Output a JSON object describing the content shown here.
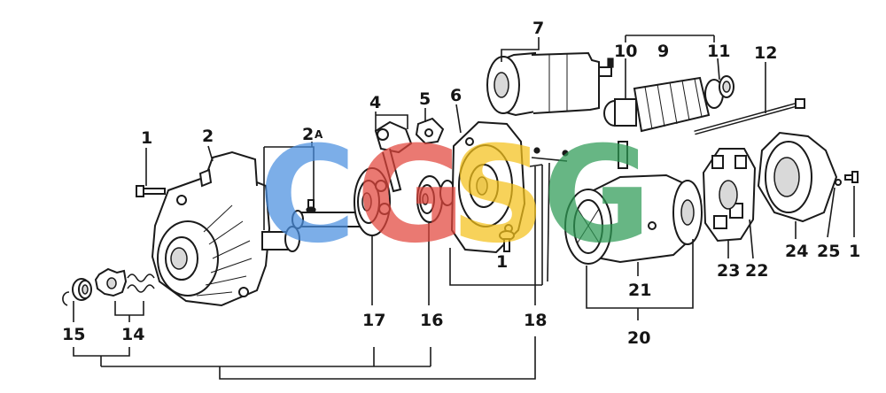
{
  "callouts": {
    "c1": "1",
    "c1_cover": "1",
    "c1_plate": "1",
    "c2": "2",
    "c2a": "2",
    "c2a_suffix": "A",
    "c4": "4",
    "c5": "5",
    "c6": "6",
    "c7": "7",
    "c9": "9",
    "c10": "10",
    "c11": "11",
    "c12": "12",
    "c14": "14",
    "c15": "15",
    "c16": "16",
    "c17": "17",
    "c18": "18",
    "c20": "20",
    "c21": "21",
    "c22": "22",
    "c23": "23",
    "c24": "24",
    "c25": "25"
  },
  "watermark": {
    "letters": [
      "C",
      "G",
      "S",
      "G"
    ],
    "colors": [
      "#4a8fe0",
      "#e2463c",
      "#f5c21b",
      "#2e9b55"
    ]
  }
}
